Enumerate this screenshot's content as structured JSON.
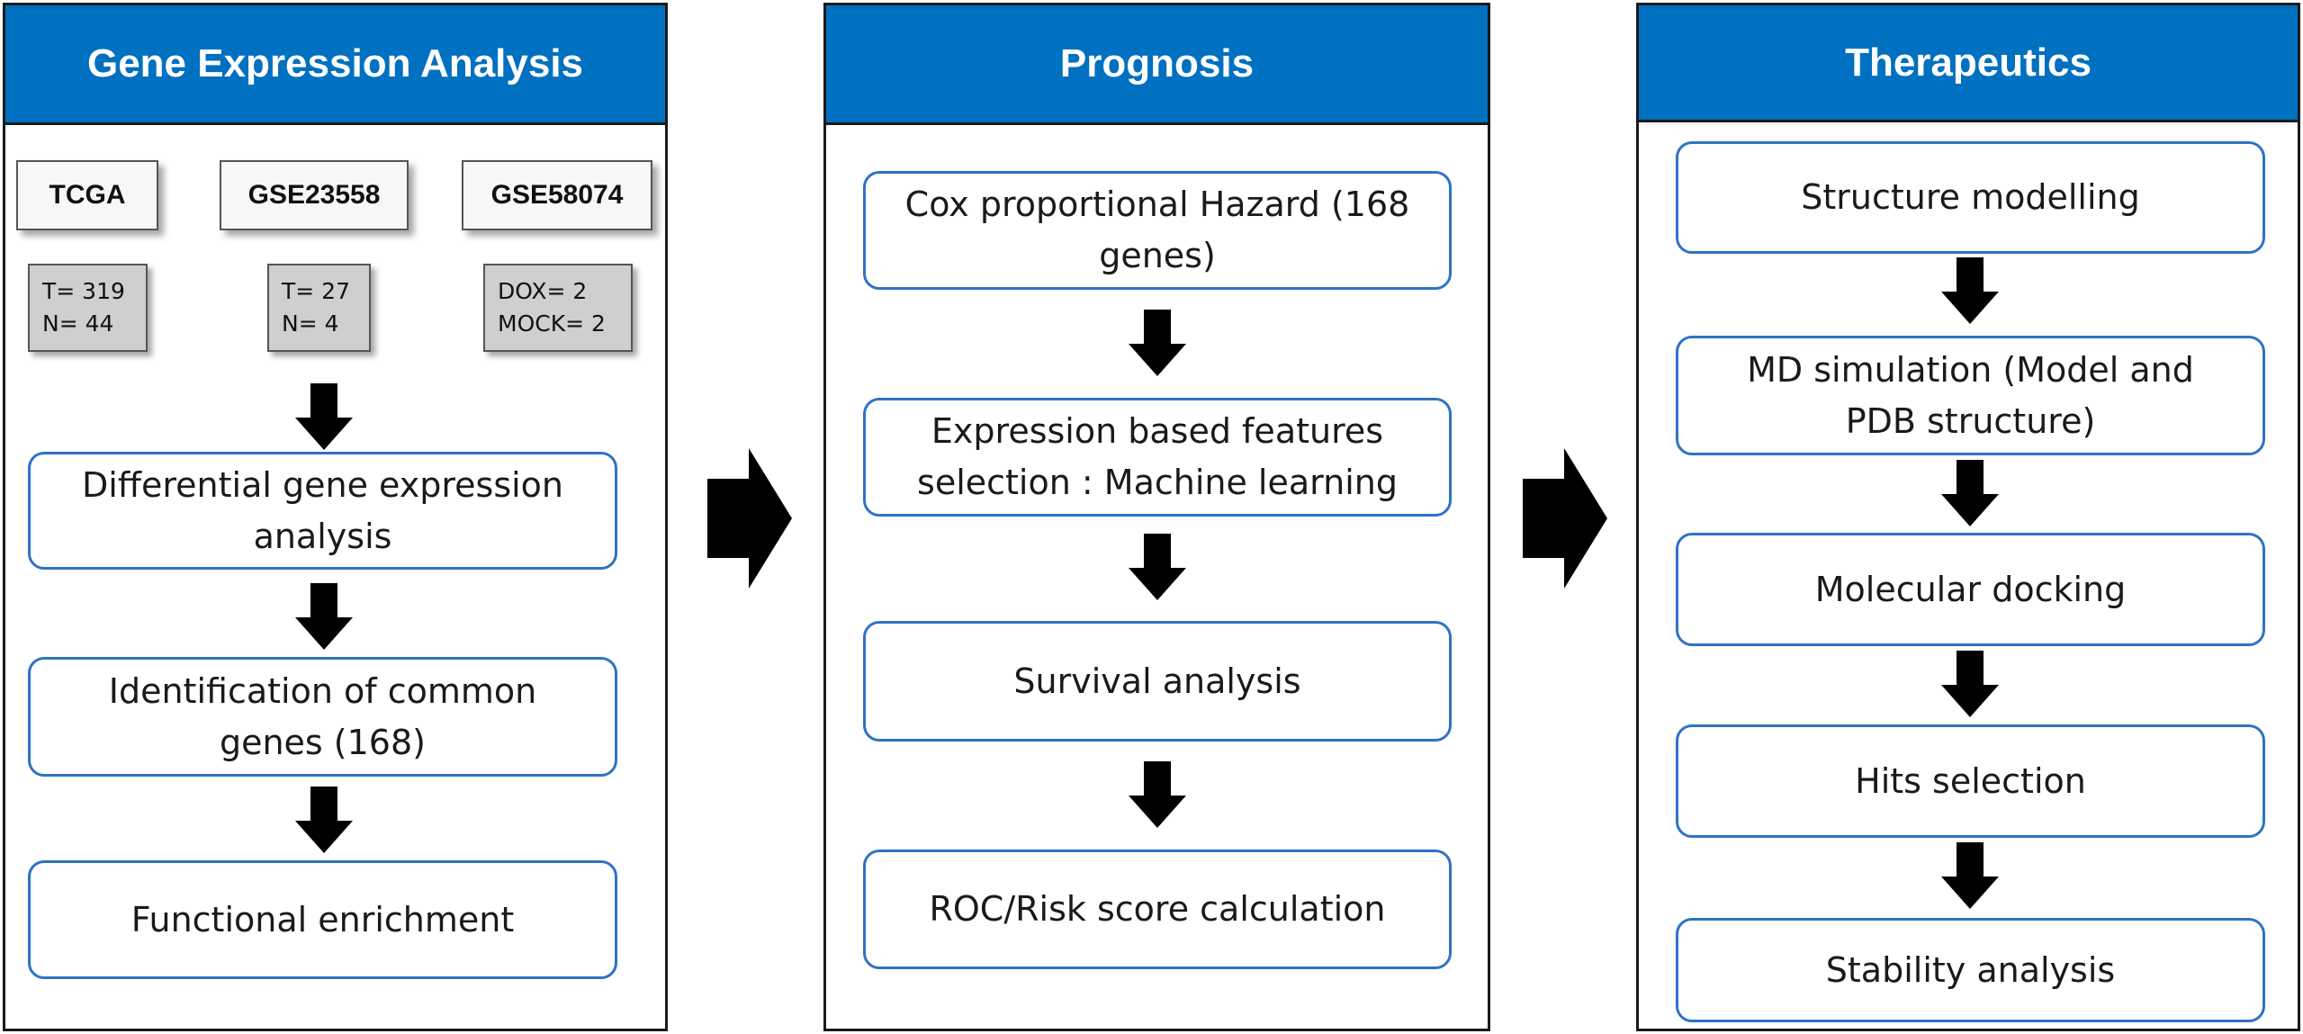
{
  "panels": {
    "gene_expression": {
      "title": "Gene Expression Analysis",
      "sources": [
        {
          "name": "TCGA",
          "counts": [
            "T= 319",
            "N= 44"
          ]
        },
        {
          "name": "GSE23558",
          "counts": [
            "T= 27",
            "N= 4"
          ]
        },
        {
          "name": "GSE58074",
          "counts": [
            "DOX= 2",
            "MOCK= 2"
          ]
        }
      ],
      "steps": [
        {
          "lines": [
            "Differential gene expression",
            "analysis"
          ]
        },
        {
          "lines": [
            "Identification of common",
            "genes (168)"
          ]
        },
        {
          "lines": [
            "Functional enrichment"
          ]
        }
      ]
    },
    "prognosis": {
      "title": "Prognosis",
      "steps": [
        {
          "lines": [
            "Cox proportional Hazard (168",
            "genes)"
          ]
        },
        {
          "lines": [
            "Expression based features",
            "selection : Machine learning"
          ]
        },
        {
          "lines": [
            "Survival analysis"
          ]
        },
        {
          "lines": [
            "ROC/Risk score calculation"
          ]
        }
      ]
    },
    "therapeutics": {
      "title": "Therapeutics",
      "steps": [
        {
          "lines": [
            "Structure modelling"
          ]
        },
        {
          "lines": [
            "MD simulation (Model and",
            "PDB structure)"
          ]
        },
        {
          "lines": [
            "Molecular docking"
          ]
        },
        {
          "lines": [
            "Hits selection"
          ]
        },
        {
          "lines": [
            "Stability analysis"
          ]
        }
      ]
    }
  },
  "colors": {
    "header_blue": "#0070c0",
    "step_border": "#2f73c4",
    "count_fill": "#cfcfcf",
    "arrow": "#000000"
  }
}
